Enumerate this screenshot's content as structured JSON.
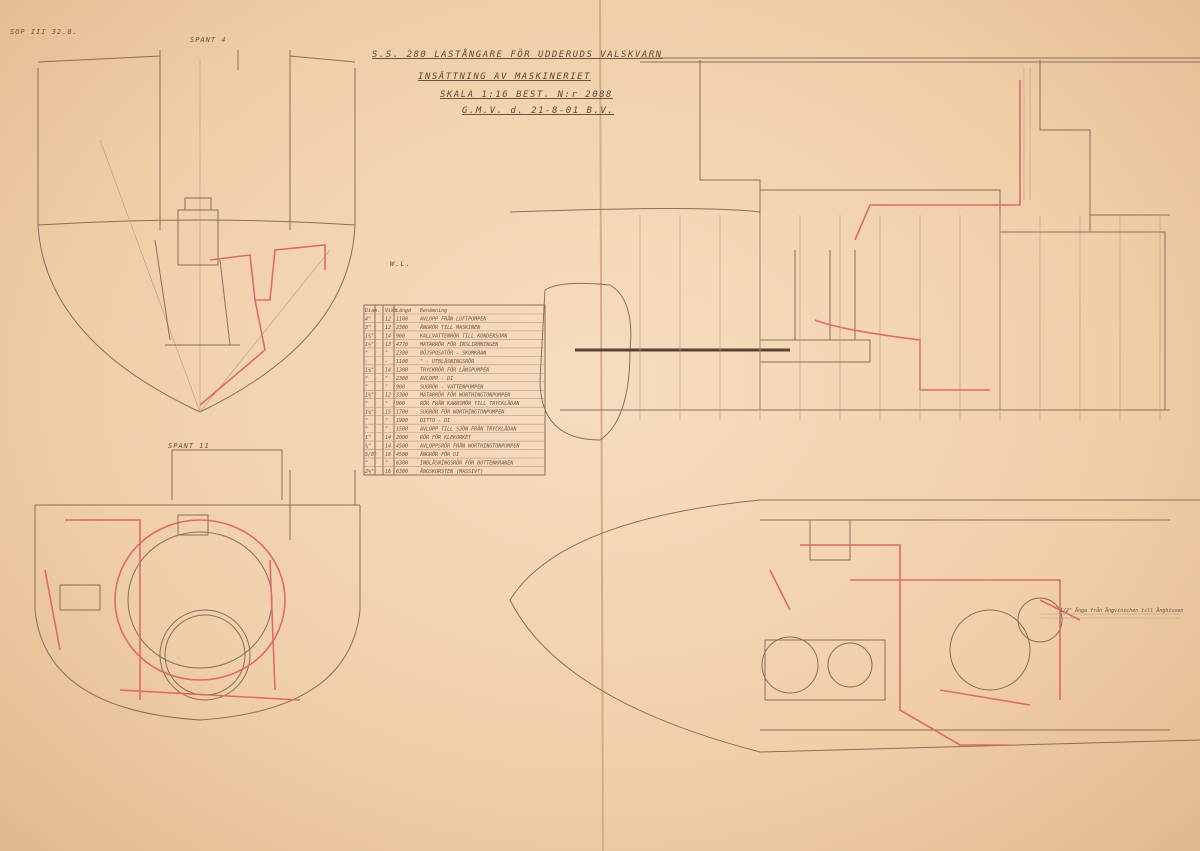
{
  "corner_label": "SOP III 32.0.",
  "title": {
    "line1": "S.S. 280 LASTÅNGARE FÖR UDDERUDS VALSKVARN",
    "line2": "INSÄTTNING AV MASKINERIET",
    "line3": "SKALA 1:16  BEST. N:r 2088",
    "line4": "G.M.V. d. 21-8-01  B.V."
  },
  "labels": {
    "spant_top": "SPANT 4",
    "spant_bottom": "SPANT 11",
    "wl": "W.L.",
    "pipe_note": "1/2\" Ånga från Ångvinschen till Ånghissen"
  },
  "pipe_table": {
    "headers": [
      "Diam.",
      "Vikt",
      "Längd",
      "Benämning"
    ],
    "rows": [
      [
        "4\"",
        "12",
        "1100",
        "AVLOPP FRÅN LUFTPUMPEN"
      ],
      [
        "3\"",
        "12",
        "2300",
        "ÅNGRÖR TILL MASKINEN"
      ],
      [
        "1¾\"",
        "14",
        "900",
        "KALLVATTENRÖR TILL KONDENSORN"
      ],
      [
        "1½\"",
        "13",
        "4770",
        "MATARRÖR FÖR INSLIRMNINGEN"
      ],
      [
        "\"",
        "\"",
        "2300",
        "BÖJSPOSATÖR - SKUMKRAN"
      ],
      [
        "-",
        "-",
        "1100",
        "\" - UTBLÅSNINGSRÖR"
      ],
      [
        "1¼\"",
        "14",
        "1300",
        "TRYCKRÖR FÖR LÄNSPUMPEN"
      ],
      [
        "\"",
        "\"",
        "2300",
        "AVLOPP - DI"
      ],
      [
        "\"",
        "\"",
        "900",
        "SUGRÖR - VATTENPUMPEN"
      ],
      [
        "1½\"",
        "12",
        "3300",
        "MATARRÖR FÖR WORTHINGTONPUMPEN"
      ],
      [
        "\"",
        "\"",
        "900",
        "RÖR FRÅN KARNSMÖR TILL TRYCKLÅDAN"
      ],
      [
        "1¼\"",
        "15",
        "1700",
        "SUGRÖR FÖR WORTHINGTONPUMPEN"
      ],
      [
        "\"",
        "\"",
        "1900",
        "DITTO - DI"
      ],
      [
        "\"",
        "\"",
        "1500",
        "AVLOPP TILL SJÖN FRÅN TRYCKLÅDAN"
      ],
      [
        "1\"",
        "14",
        "2000",
        "RÖR FÖR KLEKORKET"
      ],
      [
        "¾\"",
        "14",
        "4500",
        "AVLOPPSRÖR FRÅN WORTHINGTONPUMPEN"
      ],
      [
        "5/8\"",
        "18",
        "4500",
        "ÅNGRÖR FÖR DI"
      ],
      [
        "\"",
        "\"",
        "6300",
        "INBLÅSNINGSRÖR FÖR BOTTENKRANEN"
      ],
      [
        "2½\"",
        "16",
        "6300",
        "ÅNGSKORSTEN (MASSIVT)"
      ]
    ]
  },
  "colors": {
    "paper": "#f0cfa8",
    "ink": "#8a6d5a",
    "red_pipe": "#e06a6a"
  }
}
